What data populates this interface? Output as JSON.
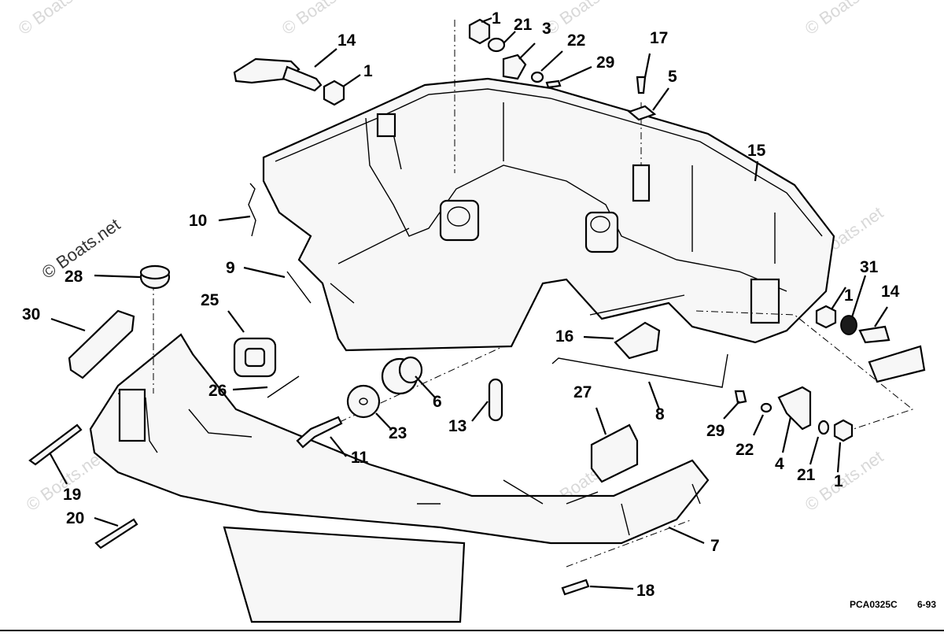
{
  "diagram": {
    "labels": {
      "l1a": "1",
      "l21a": "21",
      "l3": "3",
      "l22a": "22",
      "l29a": "29",
      "l17": "17",
      "l5": "5",
      "l14a": "14",
      "l1b": "1",
      "l15": "15",
      "l10": "10",
      "l9": "9",
      "l28": "28",
      "l30": "30",
      "l25": "25",
      "l26": "26",
      "l6": "6",
      "l23": "23",
      "l11": "11",
      "l13": "13",
      "l16": "16",
      "l8": "8",
      "l27": "27",
      "l1c": "1",
      "l31": "31",
      "l14b": "14",
      "l29b": "29",
      "l22b": "22",
      "l4": "4",
      "l21b": "21",
      "l1d": "1",
      "l19": "19",
      "l20": "20",
      "l7": "7",
      "l18": "18"
    },
    "footer": {
      "code": "PCA0325C",
      "date": "6-93"
    },
    "watermarks": {
      "small": "© Boats.net",
      "side": "© Boats.net"
    }
  }
}
